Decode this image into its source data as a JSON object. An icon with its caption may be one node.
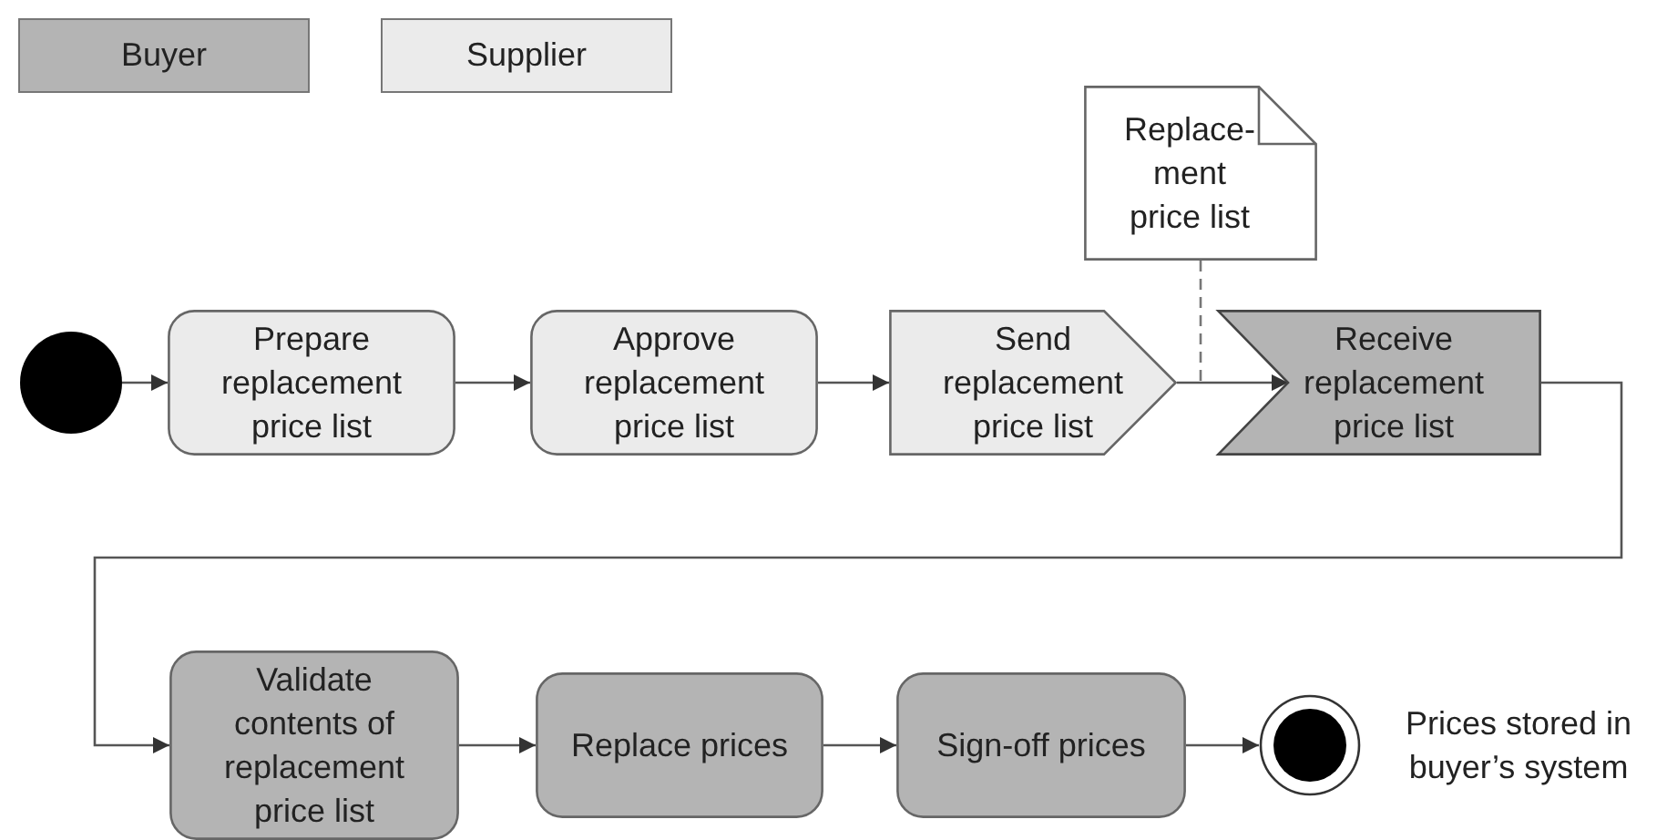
{
  "diagram": {
    "nodes": [
      {
        "text": [],
        "shape": "circle"
      },
      {
        "text": [
          "Prepare replacement price list"
        ]
      },
      {
        "text": [
          "Approve replacement price list"
        ]
      },
      {
        "text": [
          "Send replacement price list"
        ]
      },
      {
        "text": [
          "Replace- ment price list"
        ]
      },
      {
        "text": [
          "Receive replacement price list"
        ]
      },
      {
        "text": [
          "Validate contents of replacement price list"
        ]
      },
      {
        "text": [
          "Replace prices"
        ]
      },
      {
        "text": [
          "Sign-off prices"
        ]
      },
      {
        "text": [],
        "shape": "circle",
        "beside": [
          "Prices stored in buyer’s system"
        ]
      }
    ],
    "edges": [
      {
        "from": 0,
        "to": 1,
        "arrow": "to"
      },
      {
        "from": 1,
        "to": 2,
        "arrow": "to"
      },
      {
        "from": 2,
        "to": 3,
        "arrow": "to"
      },
      {
        "from": 3,
        "to": 5,
        "arrow": "to"
      },
      {
        "from": 4,
        "to": null,
        "arrow": "none",
        "style": "dashed"
      },
      {
        "from": 5,
        "to": 6,
        "arrow": "to"
      },
      {
        "from": 6,
        "to": 7,
        "arrow": "to"
      },
      {
        "from": 7,
        "to": 8,
        "arrow": "to"
      },
      {
        "from": 8,
        "to": 9,
        "arrow": "to"
      }
    ],
    "legend": [
      {
        "text": "Buyer",
        "color": "#b4b4b4"
      },
      {
        "text": "Supplier",
        "color": "#ebebeb"
      }
    ]
  }
}
